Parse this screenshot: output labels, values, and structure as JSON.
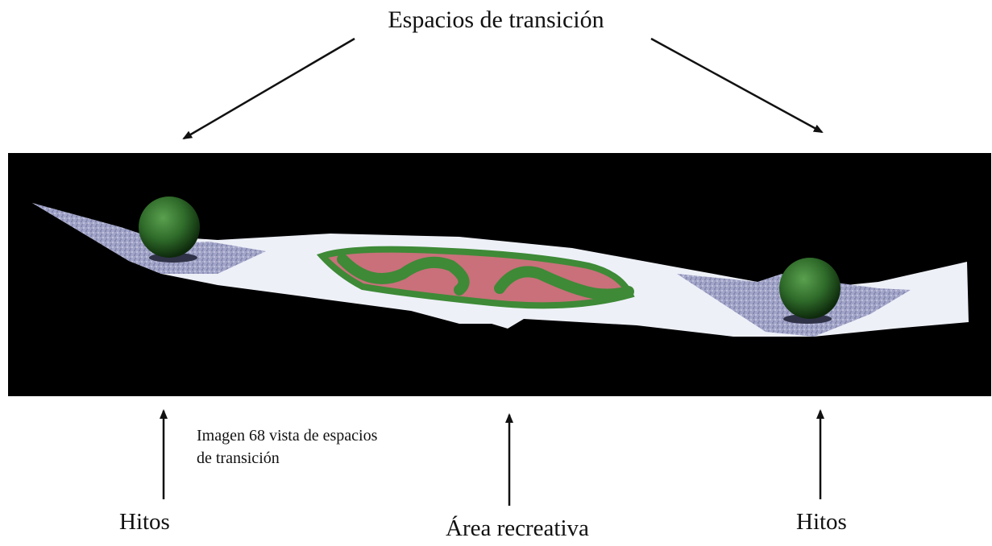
{
  "diagram": {
    "title": "Espacios de transición",
    "labels": {
      "hitos_left": "Hitos",
      "area_recreativa": "Área recreativa",
      "hitos_right": "Hitos"
    },
    "caption": {
      "line1": "Imagen 68 vista de espacios",
      "line2": "de transición"
    },
    "render": {
      "background_color": "#000000",
      "path_color": "#f2f3fa",
      "transition_color": "#9c9fc4",
      "sphere_color": "#2f6b2a",
      "recreation_fill": "#c9707a",
      "recreation_outline": "#3e8a37"
    }
  }
}
